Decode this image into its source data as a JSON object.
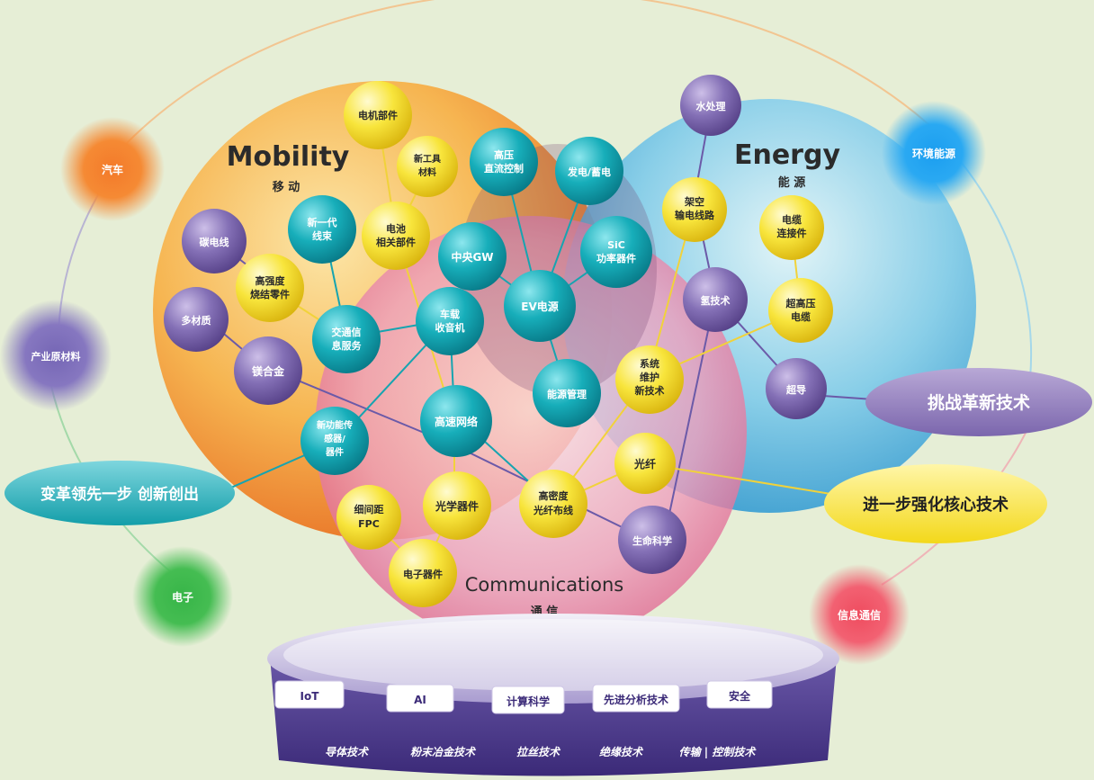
{
  "spheres": {
    "mobility": {
      "title": "Mobility",
      "subtitle": "移 动"
    },
    "energy": {
      "title": "Energy",
      "subtitle": "能 源"
    },
    "communications": {
      "title": "Communications",
      "subtitle": "通 信"
    }
  },
  "outer_circles": {
    "auto": "汽车",
    "env_energy": "环境能源",
    "materials": "产业原材料",
    "electronics": "电子",
    "infocomm": "信息通信"
  },
  "callouts": {
    "challenge": "挑战革新技术",
    "leading": "变革领先一步 创新创出",
    "strengthen": "进一步强化核心技术"
  },
  "nodes": {
    "motor_parts": "电机部件",
    "new_tool_l1": "新工具",
    "new_tool_l2": "材料",
    "hvdc_l1": "高压",
    "hvdc_l2": "直流控制",
    "power_gen": "发电/蓄电",
    "water": "水处理",
    "carbon_wire": "碳电线",
    "new_harness_l1": "新一代",
    "new_harness_l2": "线束",
    "battery_l1": "电池",
    "battery_l2": "相关部件",
    "central_gw": "中央GW",
    "sic_l1": "SiC",
    "sic_l2": "功率器件",
    "overhead_l1": "架空",
    "overhead_l2": "输电线路",
    "cable_conn_l1": "电缆",
    "cable_conn_l2": "连接件",
    "sintered_l1": "高强度",
    "sintered_l2": "烧结零件",
    "multi_material": "多材质",
    "traffic_l1": "交通信",
    "traffic_l2": "息服务",
    "radio_l1": "车载",
    "radio_l2": "收音机",
    "ev_power": "EV电源",
    "hydrogen": "氢技术",
    "uhv_l1": "超高压",
    "uhv_l2": "电缆",
    "mg_alloy": "镁合金",
    "sys_l1": "系统",
    "sys_l2": "维护",
    "sys_l3": "新技术",
    "energy_mgmt": "能源管理",
    "superconduct": "超导",
    "sensor_l1": "新功能传",
    "sensor_l2": "感器/",
    "sensor_l3": "器件",
    "hs_network": "高速网络",
    "optical_fiber": "光纤",
    "fine_fpc_l1": "细间距",
    "fine_fpc_l2": "FPC",
    "optical_dev": "光学器件",
    "hd_fiber_l1": "高密度",
    "hd_fiber_l2": "光纤布线",
    "life_science": "生命科学",
    "electronic_parts": "电子器件"
  },
  "platform": {
    "top_labels": [
      "IoT",
      "AI",
      "计算科学",
      "先进分析技术",
      "安全"
    ],
    "bottom_labels": [
      "导体技术",
      "粉末冶金技术",
      "拉丝技术",
      "绝缘技术",
      "传输 | 控制技术"
    ]
  },
  "colors": {
    "background": "#e6eed6",
    "mobility": "#f4a43a",
    "energy": "#56b9e2",
    "communications": "#e77fa6",
    "node_yellow": "#f7e23a",
    "node_teal": "#14a9b6",
    "node_purple": "#7d68ad",
    "platform": "#54408f"
  }
}
